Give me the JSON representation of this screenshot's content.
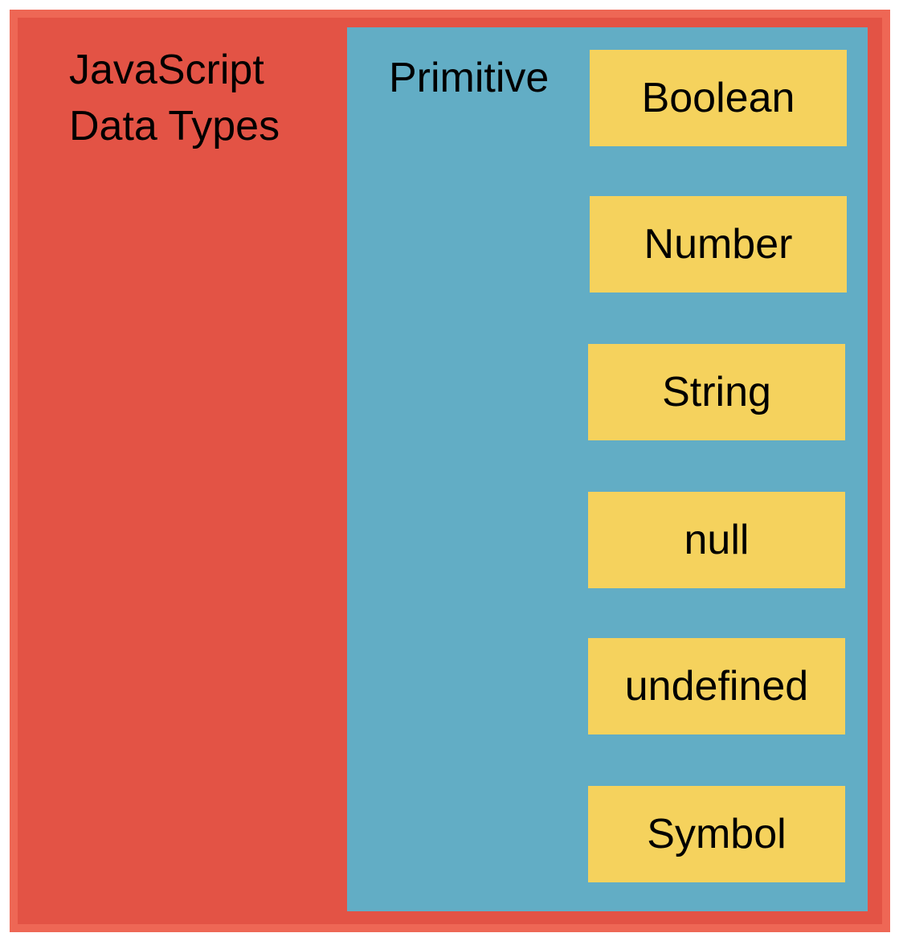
{
  "diagram": {
    "outer": {
      "title": "JavaScript Data Types",
      "color": "#e35345"
    },
    "primitive": {
      "label": "Primitive",
      "color": "#62adc5"
    },
    "type_color": "#f5d25d",
    "types": [
      {
        "label": "Boolean"
      },
      {
        "label": "Number"
      },
      {
        "label": "String"
      },
      {
        "label": "null"
      },
      {
        "label": "undefined"
      },
      {
        "label": "Symbol"
      }
    ]
  }
}
